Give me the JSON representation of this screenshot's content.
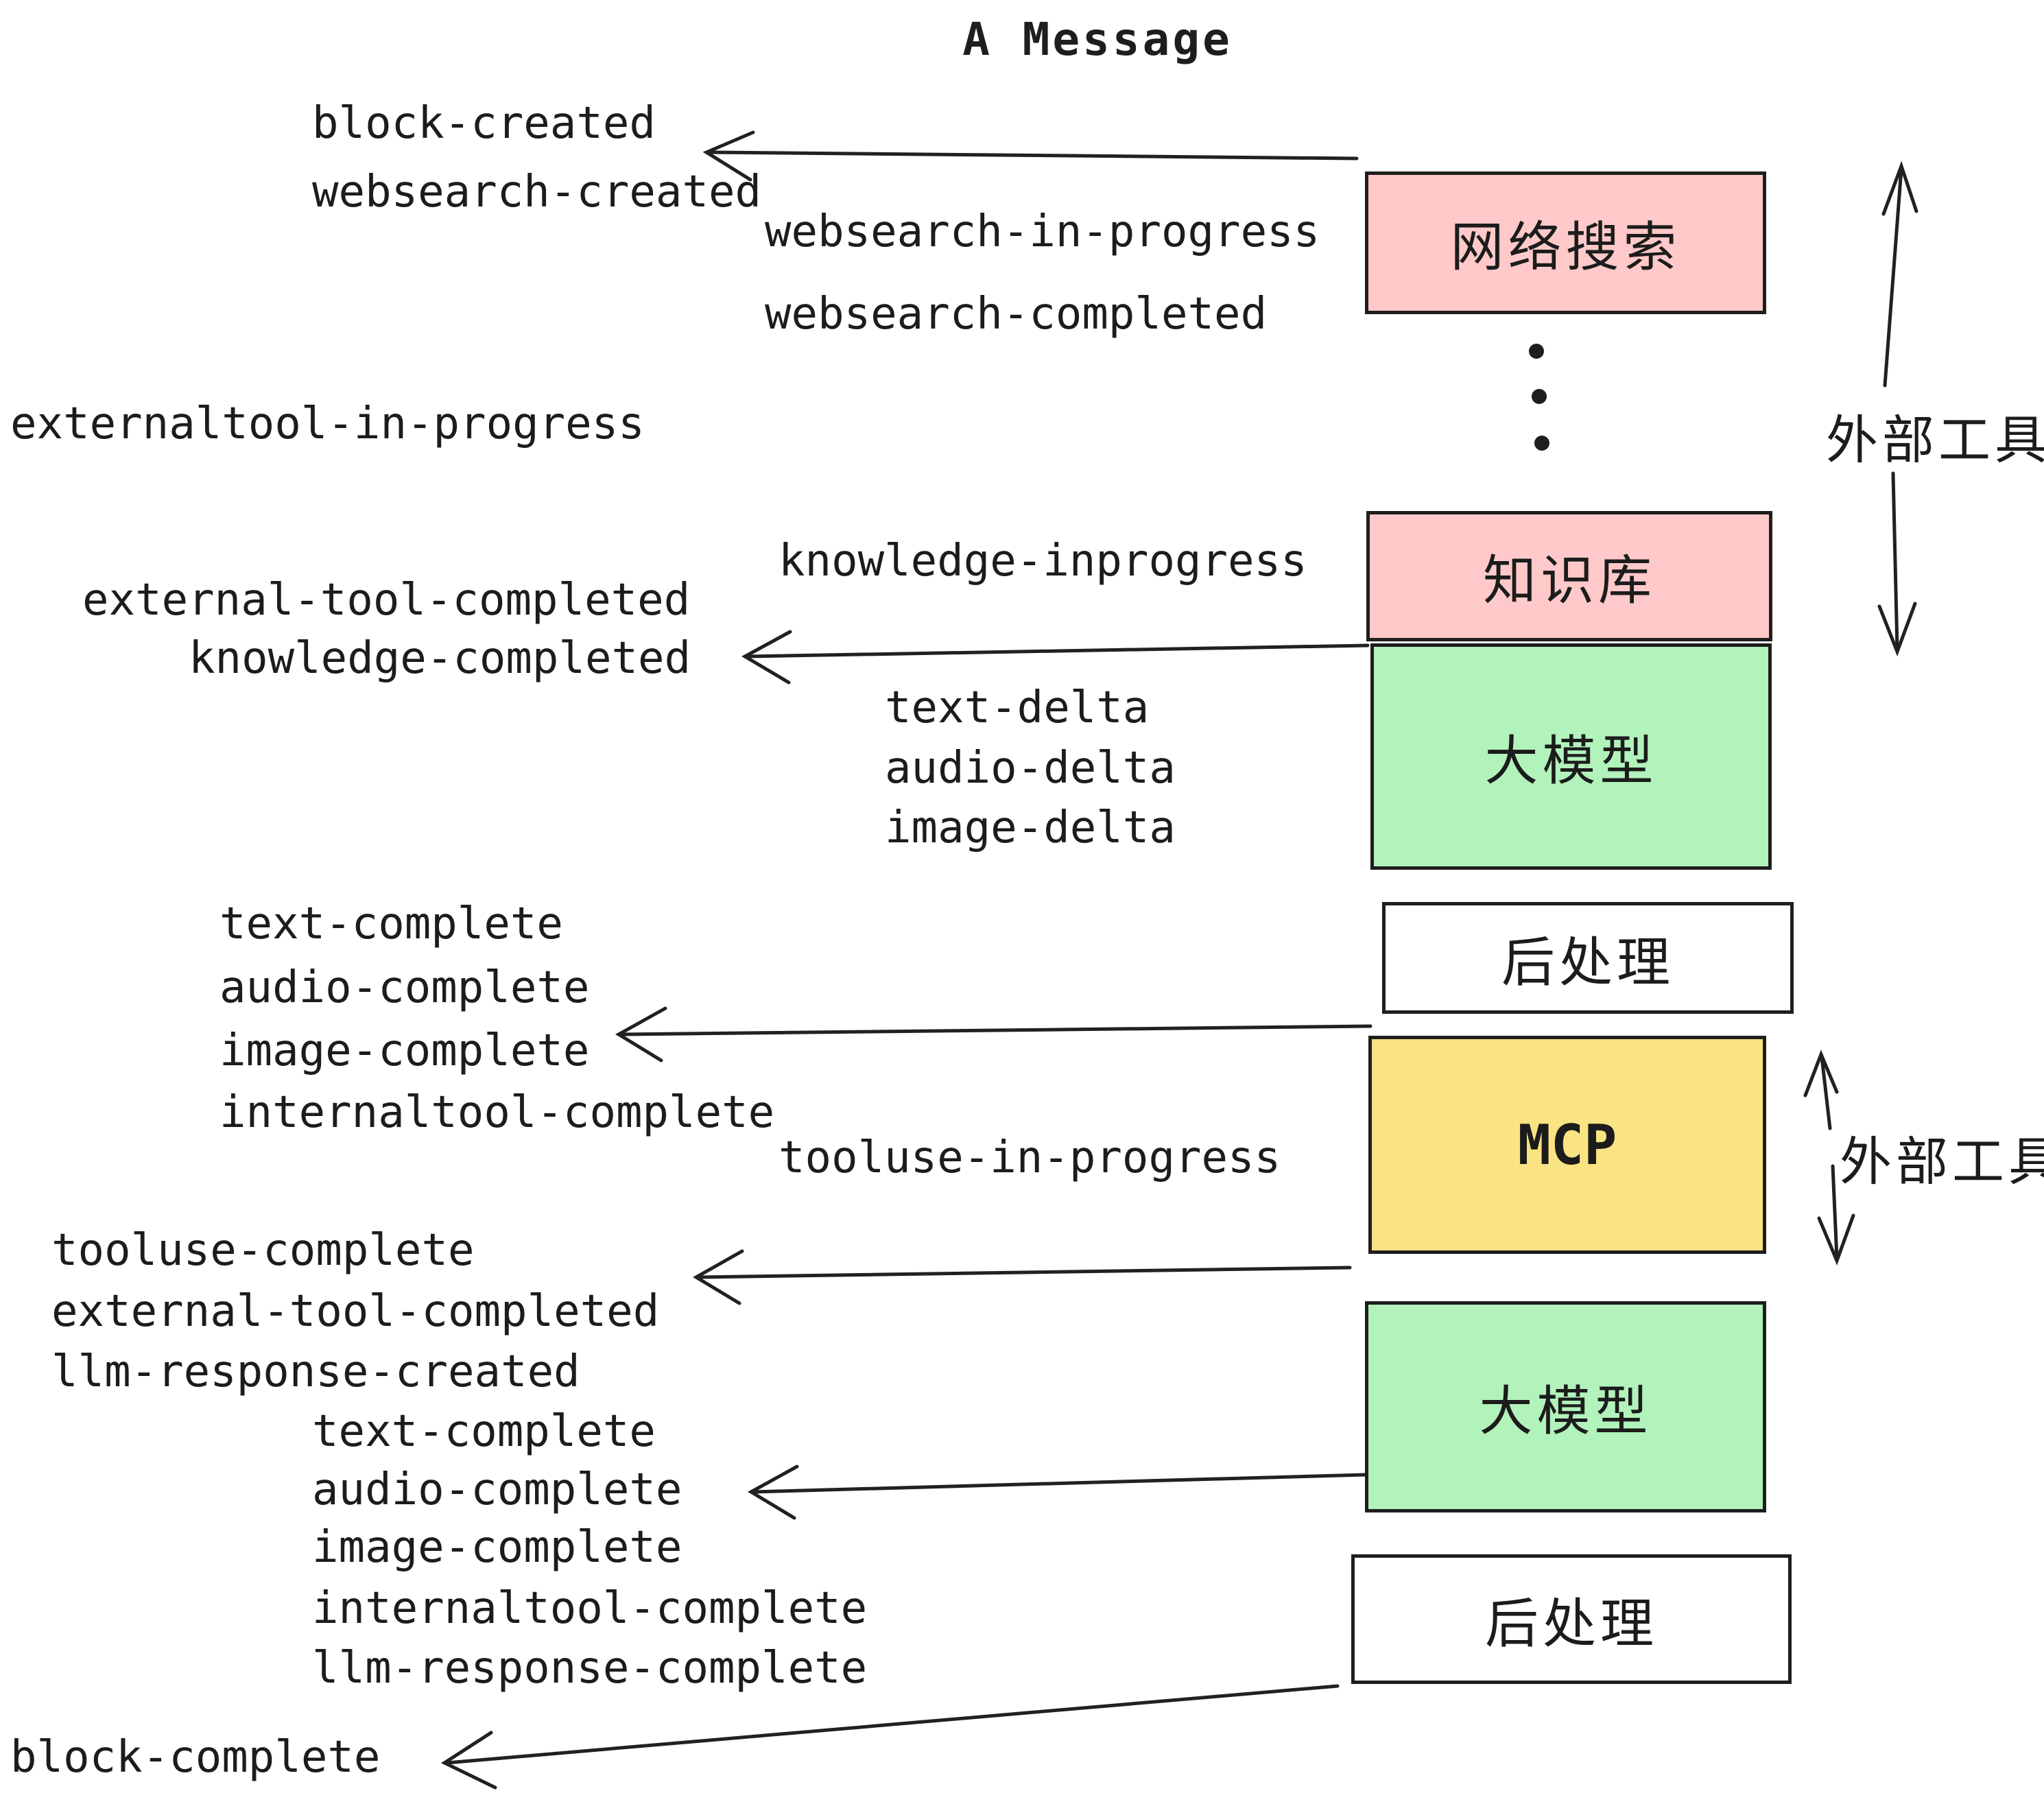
{
  "title": "A Message",
  "colors": {
    "pink": "#FFC9C9",
    "green": "#B2F2BB",
    "yellow": "#FAE382",
    "ink": "#1E1E1E"
  },
  "boxes": {
    "websearch": {
      "label": "网络搜索"
    },
    "knowledge": {
      "label": "知识库"
    },
    "llm1": {
      "label": "大模型"
    },
    "post1": {
      "label": "后处理"
    },
    "mcp": {
      "label": "MCP"
    },
    "llm2": {
      "label": "大模型"
    },
    "post2": {
      "label": "后处理"
    }
  },
  "side": {
    "external_tools_top": "外部工具",
    "external_tools_mid": "外部工具"
  },
  "events": [
    {
      "text": "block-created"
    },
    {
      "text": "websearch-created"
    },
    {
      "text": "websearch-in-progress"
    },
    {
      "text": "websearch-completed"
    },
    {
      "text": "externaltool-in-progress"
    },
    {
      "text": "knowledge-inprogress"
    },
    {
      "text": "external-tool-completed"
    },
    {
      "text": "knowledge-completed"
    },
    {
      "text": "text-delta"
    },
    {
      "text": "audio-delta"
    },
    {
      "text": "image-delta"
    },
    {
      "text": "text-complete"
    },
    {
      "text": "audio-complete"
    },
    {
      "text": "image-complete"
    },
    {
      "text": "internaltool-complete"
    },
    {
      "text": "tooluse-in-progress"
    },
    {
      "text": "tooluse-complete"
    },
    {
      "text": "external-tool-completed"
    },
    {
      "text": "llm-response-created"
    },
    {
      "text": "text-complete"
    },
    {
      "text": "audio-complete"
    },
    {
      "text": "image-complete"
    },
    {
      "text": "internaltool-complete"
    },
    {
      "text": "llm-response-complete"
    },
    {
      "text": "block-complete"
    }
  ]
}
